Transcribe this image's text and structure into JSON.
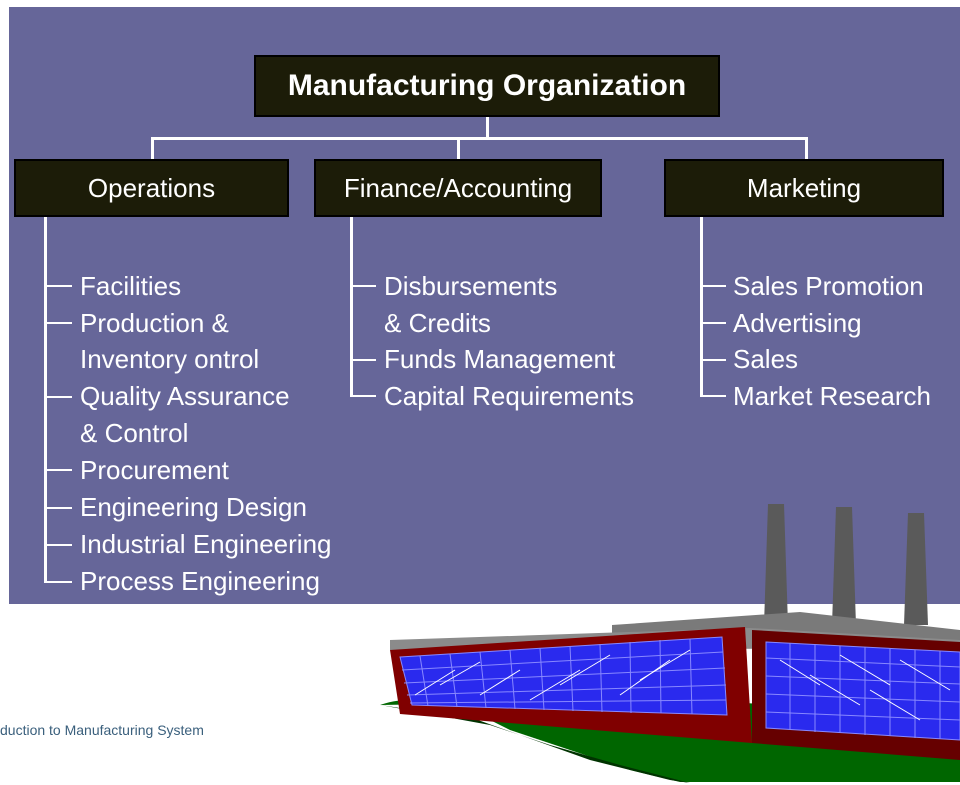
{
  "title": "Manufacturing Organization",
  "departments": [
    {
      "name": "Operations",
      "items": [
        "Facilities",
        "Production &",
        "Inventory ontrol",
        "Quality Assurance",
        "& Control",
        "Procurement",
        "Engineering Design",
        "Industrial Engineering",
        "Process Engineering"
      ]
    },
    {
      "name": "Finance/Accounting",
      "items": [
        "Disbursements",
        "& Credits",
        "Funds Management",
        "Capital Requirements"
      ]
    },
    {
      "name": "Marketing",
      "items": [
        "Sales Promotion",
        "Advertising",
        "Sales",
        "Market Research"
      ]
    }
  ],
  "footer_text": "duction to Manufacturing System",
  "colors": {
    "panel": "#666699",
    "box": "#1c1c08",
    "line": "#ffffff"
  },
  "icons": [
    "factory-illustration"
  ]
}
